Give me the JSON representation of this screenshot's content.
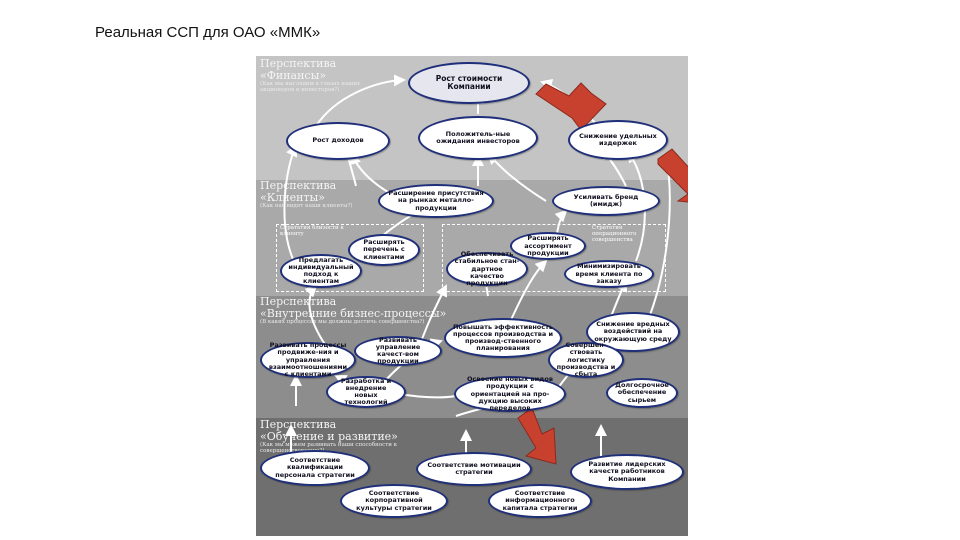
{
  "slide": {
    "title": "Реальная ССП для ОАО «ММК»"
  },
  "colors": {
    "band_finance": "#c4c4c4",
    "band_clients": "#a9a9a9",
    "band_process": "#8d8d8d",
    "band_learning": "#6f6f6f",
    "node_border": "#1f2f7a",
    "red_arrow": "#c8402e"
  },
  "perspectives": {
    "finance": {
      "line1": "Перспектива",
      "line2": "«Финансы»",
      "sub": "(Как мы выглядим в глазах наших акционеров и инвесторов?)"
    },
    "clients": {
      "line1": "Перспектива",
      "line2": "«Клиенты»",
      "sub": "(Как нас видят наши клиенты?)"
    },
    "process": {
      "line1": "Перспектива",
      "line2": "«Внутренние бизнес-процессы»",
      "sub": "(В каких процессах мы должны достичь совершенства?)"
    },
    "learning": {
      "line1": "Перспектива",
      "line2": "«Обучение и развитие»",
      "sub": "(Как мы можем развивать наши способности к совершенствованию?)"
    }
  },
  "groups": {
    "left": "Стратегия близости к клиенту",
    "right": "Стратегия операционного совершенства"
  },
  "nodes": {
    "value_growth": "Рост стоимости Компании",
    "revenue_growth": "Рост доходов",
    "investor_expectations": "Положитель-ные ожидания инвесторов",
    "cost_reduction": "Снижение удельных издержек",
    "market_presence": "Расширение присутствия на рынках металло-продукции",
    "brand": "Усиливать бренд (имидж)",
    "expand_clients": "Расширять перечень с клиентами",
    "individual_approach": "Предлагать индивидуальный подход к клиентам",
    "stable_quality": "Обеспечивать стабильное стан-дартное качество продукции",
    "expand_range": "Расширять ассортимент продукции",
    "minimize_time": "Минимизировать время клиента по заказу",
    "eco_reduction": "Снижение вредных воздействий на окружающую среду",
    "process_efficiency": "Повышать эффективность процессов производства и производ-ственного планирования",
    "client_processes": "Развивать процессы продвиже-ния и управления взаимоотношениями с клиентами",
    "sales_management": "Развивать управление качест-вом продукции",
    "planning_improvement": "Совершен-ствовать логистику производства и сбыта",
    "new_tech": "Разработка и внедрение новых технологий",
    "new_products": "Освоение новых видов продукции с ориентацией на про-дукцию высоких переделов",
    "raw_materials": "Долгосрочное обеспечение сырьем",
    "qualification": "Соответствие квалификации персонала стратегии",
    "motivation": "Соответствие мотивации стратегии",
    "leadership": "Развитие лидерских качеств работников Компании",
    "culture": "Соответствие корпоративной культуры стратегии",
    "info_capital": "Соответствие информационного капитала стратегии"
  }
}
